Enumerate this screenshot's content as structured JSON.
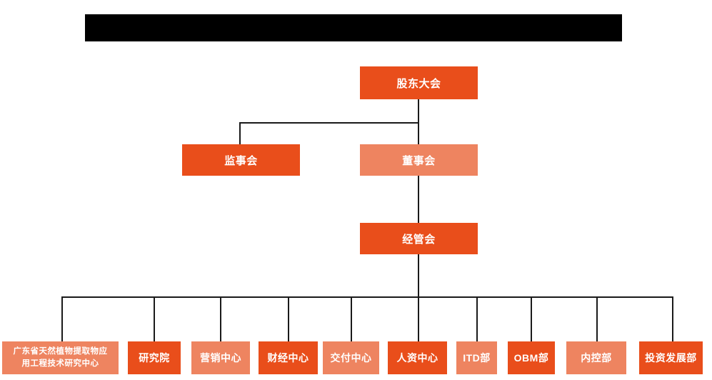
{
  "diagram": {
    "type": "org-chart",
    "title_bar": {
      "text": "",
      "background_color": "#000000"
    },
    "colors": {
      "primary": "#E94E1B",
      "secondary": "#EE8460",
      "connector": "#1a1a1a",
      "label_text": "#ffffff",
      "canvas": "#ffffff"
    },
    "levels": [
      {
        "level": 1,
        "nodes": [
          {
            "id": "shareholders",
            "label": "股东大会",
            "style": "primary"
          }
        ]
      },
      {
        "level": 2,
        "nodes": [
          {
            "id": "supervisory",
            "label": "监事会",
            "style": "primary"
          },
          {
            "id": "board",
            "label": "董事会",
            "style": "secondary"
          }
        ]
      },
      {
        "level": 3,
        "nodes": [
          {
            "id": "mgmt-committee",
            "label": "经管会",
            "style": "primary"
          }
        ]
      },
      {
        "level": 4,
        "nodes": [
          {
            "id": "gd-research-center",
            "label": "广东省天然植物提取物应\n用工程技术研究中心",
            "style": "secondary"
          },
          {
            "id": "research-institute",
            "label": "研究院",
            "style": "primary"
          },
          {
            "id": "marketing-center",
            "label": "营销中心",
            "style": "secondary"
          },
          {
            "id": "finance-center",
            "label": "财经中心",
            "style": "primary"
          },
          {
            "id": "delivery-center",
            "label": "交付中心",
            "style": "secondary"
          },
          {
            "id": "hr-center",
            "label": "人资中心",
            "style": "primary"
          },
          {
            "id": "itd-dept",
            "label": "ITD部",
            "style": "secondary"
          },
          {
            "id": "obm-dept",
            "label": "OBM部",
            "style": "primary"
          },
          {
            "id": "internal-control-dept",
            "label": "内控部",
            "style": "secondary"
          },
          {
            "id": "investment-dev-dept",
            "label": "投资发展部",
            "style": "primary"
          }
        ]
      }
    ]
  }
}
